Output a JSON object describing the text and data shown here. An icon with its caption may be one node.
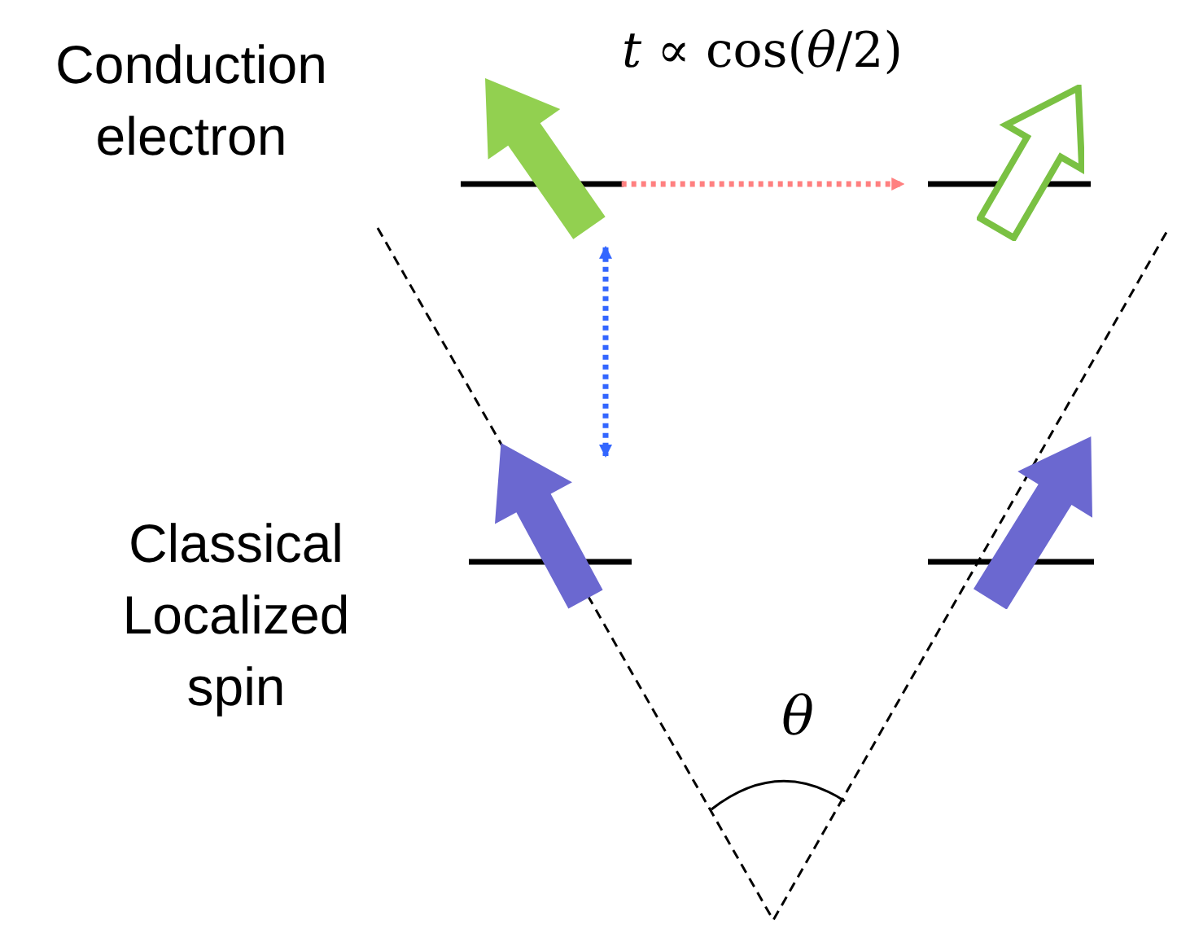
{
  "diagram": {
    "nodes": [
      {
        "text": [],
        "shape": "arrow"
      },
      {
        "text": [],
        "shape": "arrow"
      },
      {
        "text": [],
        "shape": "arrow"
      },
      {
        "text": [],
        "shape": "arrow"
      }
    ],
    "edges": [
      {
        "from": 0,
        "to": 1,
        "arrow": "to",
        "label": "*t* ∝ cos(*θ*/2)",
        "style": "dashed",
        "color": "#ff8080"
      },
      {
        "from": 0,
        "to": 2,
        "arrow": "both",
        "style": "dashed",
        "color": "#3366ff"
      }
    ],
    "labels": [
      "Conduction electron",
      "Classical Localized spin",
      "θ"
    ]
  }
}
